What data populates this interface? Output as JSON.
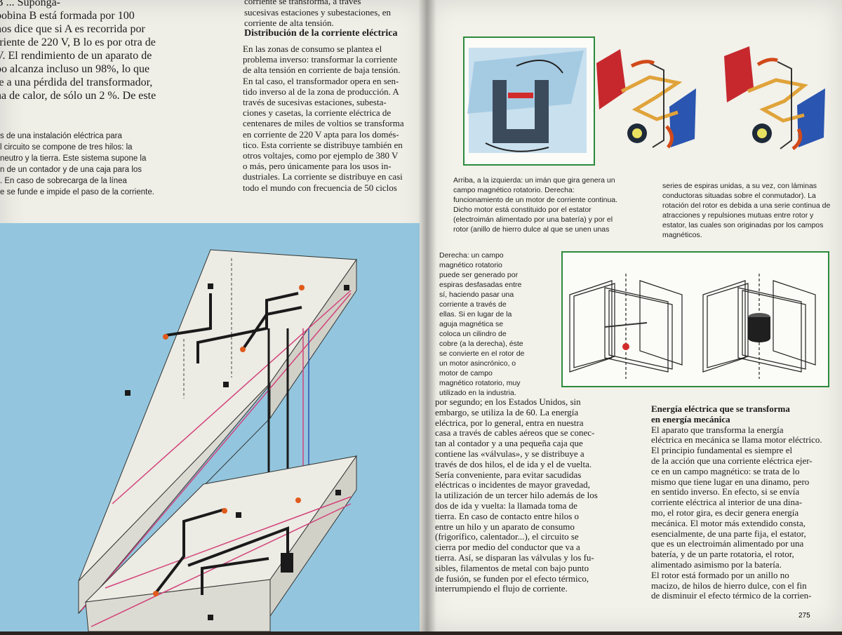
{
  "left_page": {
    "top_left_lines": [
      "B ... Suponga-",
      "bobina B está formada por 100",
      "nos dice que si A es recorrida por",
      "rriente de 220 V, B lo es por otra de",
      "V. El rendimiento de un aparato de",
      "po alcanza incluso un 98%, lo que",
      "le a una pérdida del transformador,",
      "na de calor, de sólo un 2 %. De este"
    ],
    "caption_lines": [
      "s de una instalación eléctrica para",
      "l circuito se compone de tres hilos: la",
      "neutro y la tierra. Este sistema supone la",
      "n de un contador y de una caja para los",
      ". En caso de sobrecarga de la línea",
      "e se funde e impide el paso de la corriente."
    ],
    "top_mid_lines": [
      "corriente se transforma, a través",
      "sucesivas estaciones y subestaciones, en",
      "corriente de alta tensión."
    ],
    "dist_heading": "Distribución de la corriente eléctrica",
    "dist_lines": [
      "En las zonas de consumo se plantea el",
      "problema inverso: transformar la corriente",
      "de alta tensión en corriente de baja tensión.",
      "En tal caso, el transformador opera en sen-",
      "tido inverso al de la zona de producción. A",
      "través de sucesivas estaciones, subesta-",
      "ciones y casetas, la corriente eléctrica de",
      "centenares de miles de voltios se transforma",
      "en corriente de 220 V apta para los domés-",
      "tico. Esta corriente se distribuye también en",
      "otros voltajes, como por ejemplo de 380 V",
      "o más, pero únicamente para los usos in-",
      "dustriales. La corriente se distribuye en casi",
      "todo el mundo con frecuencia de 50 ciclos"
    ]
  },
  "right_page": {
    "caption_motor_1": [
      "Arriba, a la izquierda: un imán que gira genera un",
      "campo magnético rotatorio. Derecha:",
      "funcionamiento de un motor de corriente continua.",
      "Dicho motor está constituido por el estator",
      "(electroimán alimentado por una batería) y por el",
      "rotor (anillo de hierro dulce al que se unen unas"
    ],
    "caption_motor_2": [
      "series de espiras unidas, a su vez, con láminas",
      "conductoras situadas sobre el conmutador). La",
      "rotación del rotor es debida a una serie continua de",
      "atracciones y repulsiones mutuas entre rotor y",
      "estator, las cuales son originadas por los campos",
      "magnéticos."
    ],
    "caption_field": [
      "Derecha: un campo",
      "magnético rotatorio",
      "puede ser generado por",
      "espiras desfasadas entre",
      "sí, haciendo pasar una",
      "corriente a través de",
      "ellas. Si en lugar de la",
      "aguja magnética se",
      "coloca un cilindro de",
      "cobre (a la derecha), éste",
      "se convierte en el rotor de",
      "un motor asincrónico, o",
      "motor de campo",
      "magnético rotatorio, muy",
      "utilizado en la industria."
    ],
    "col_left_lines": [
      "por segundo; en los Estados Unidos, sin",
      "embargo, se utiliza la de 60. La energía",
      "eléctrica, por lo general, entra en nuestra",
      "casa a través de cables aéreos que se conec-",
      "tan al contador y a una pequeña caja que",
      "contiene las «válvulas», y se distribuye a",
      "través de dos hilos, el de ida y el de vuelta.",
      "Sería conveniente, para evitar sacudidas",
      "eléctricas o incidentes de mayor gravedad,",
      "la utilización de un tercer hilo además de los",
      "dos de ida y vuelta: la llamada toma de",
      "tierra. En caso de contacto entre hilos o",
      "entre un hilo y un aparato de consumo",
      "(frigorífico, calentador...), el circuito se",
      "cierra por medio del conductor que va a",
      "tierra. Así, se disparan las válvulas y los fu-",
      "sibles, filamentos de metal con bajo punto",
      "de fusión, se funden por el efecto térmico,",
      "interrumpiendo el flujo de corriente."
    ],
    "energia_heading_1": "Energía eléctrica que se transforma",
    "energia_heading_2": "en energía mecánica",
    "col_right_lines": [
      "El aparato que transforma la energía",
      "eléctrica en mecánica se llama motor eléctrico.",
      "El principio fundamental es siempre el",
      "de la acción que una corriente eléctrica ejer-",
      "ce en un campo magnético: se trata de lo",
      "mismo que tiene lugar en una dinamo, pero",
      "en sentido inverso. En efecto, si se envía",
      "corriente eléctrica al interior de una dina-",
      "mo, el rotor gira, es decir genera energía",
      "mecánica. El motor más extendido consta,",
      "esencialmente, de una parte fija, el estator,",
      "que es un electroimán alimentado por una",
      "batería, y de un parte rotatoria, el rotor,",
      "alimentado asimismo por la batería.",
      "El rotor está formado por un anillo no",
      "macizo, de hilos de hierro dulce, con el fin",
      "de disminuir el efecto térmico de la corrien-"
    ],
    "page_number": "275"
  },
  "colors": {
    "page": "#efeee7",
    "diagram_bg": "#93c6de",
    "figure_border": "#2c8a3c",
    "wire_red": "#d2427a",
    "wire_black": "#1a1a1a",
    "stator_red": "#c6282d",
    "stator_blue": "#2a55b0",
    "rotor_orange": "#e0a33a"
  }
}
